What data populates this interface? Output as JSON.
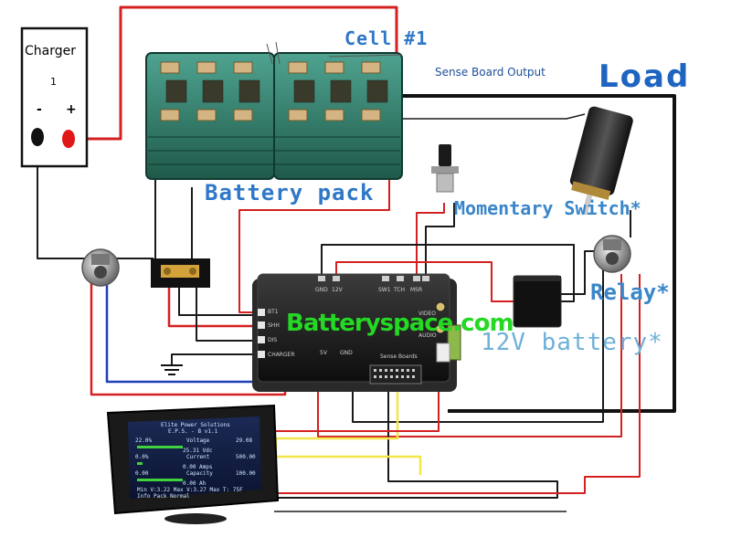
{
  "charger": {
    "title": "Charger",
    "number": "1",
    "minus": "-",
    "plus": "+"
  },
  "labels": {
    "cell": "Cell #1",
    "sense_output": "Sense Board Output",
    "load": "Load",
    "battery_pack": "Battery pack",
    "momentary_switch": "Momentary Switch*",
    "relay": "Relay*",
    "battery_12v": "12V battery*",
    "brand": "Batteryspace.com"
  },
  "controller": {
    "left_ports": [
      "BT1",
      "SHH",
      "DIS",
      "CHARGER"
    ],
    "top_ports": [
      "GND",
      "12V",
      "SW1",
      "TCH",
      "MSR",
      "VIDEO"
    ],
    "right_ports": [
      "AUDIO"
    ],
    "bottom_ports": [
      "5V",
      "GND"
    ],
    "sense_boards": "Sense Boards"
  },
  "display": {
    "header": "Elite Power Solutions",
    "subheader": "E.P.S. - B  v1.1",
    "rows": [
      {
        "left": "22.0%",
        "name": "Voltage",
        "right": "29.08",
        "sub": "25.31 Vdc"
      },
      {
        "left": "0.0%",
        "name": "Current",
        "right": "500.00",
        "sub": "0.00 Amps"
      },
      {
        "left": "0.00",
        "name": "Capacity",
        "right": "100.00",
        "sub": "0.00 Ah"
      }
    ],
    "footer1": "Min V:3.22  Max V:3.27  Max T: 75F",
    "footer2": "Info  Pack Normal"
  },
  "colors": {
    "wire_red": "#d42020",
    "wire_black": "#1a1a1a",
    "wire_blue": "#1f3fb8",
    "wire_yellow": "#f2e64a",
    "label_blue": "#2f78c8",
    "brand_green": "#24d824"
  }
}
